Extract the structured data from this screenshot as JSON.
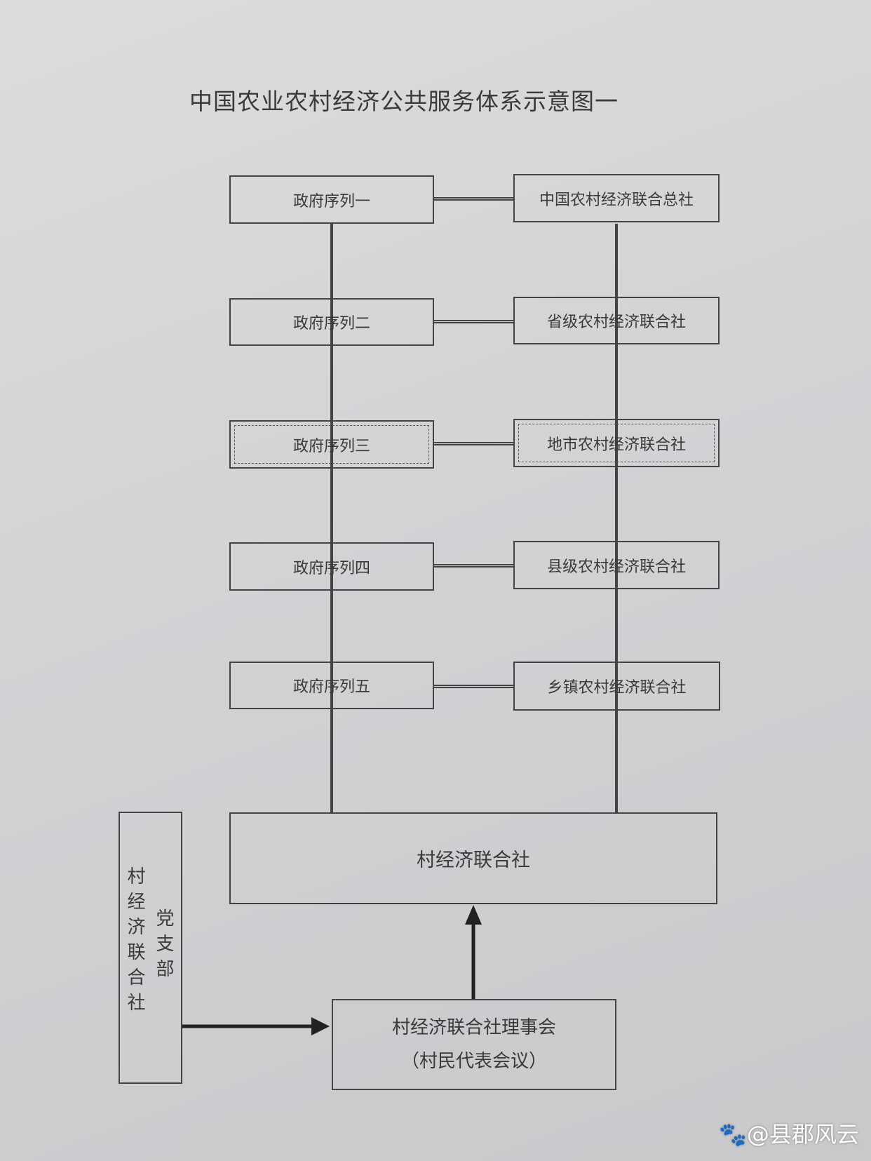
{
  "title": "中国农业农村经济公共服务体系示意图一",
  "government_sequence": [
    "政府序列一",
    "政府序列二",
    "政府序列三",
    "政府序列四",
    "政府序列五"
  ],
  "cooperatives": [
    "中国农村经济联合总社",
    "省级农村经济联合社",
    "地市农村经济联合社",
    "县级农村经济联合社",
    "乡镇农村经济联合社"
  ],
  "village_coop": "村经济联合社",
  "side_box": {
    "col1": "村经济联合社",
    "col2": "党支部"
  },
  "council": {
    "line1": "村经济联合社理事会",
    "line2": "（村民代表会议）"
  },
  "watermark": "🐾@县郡风云"
}
